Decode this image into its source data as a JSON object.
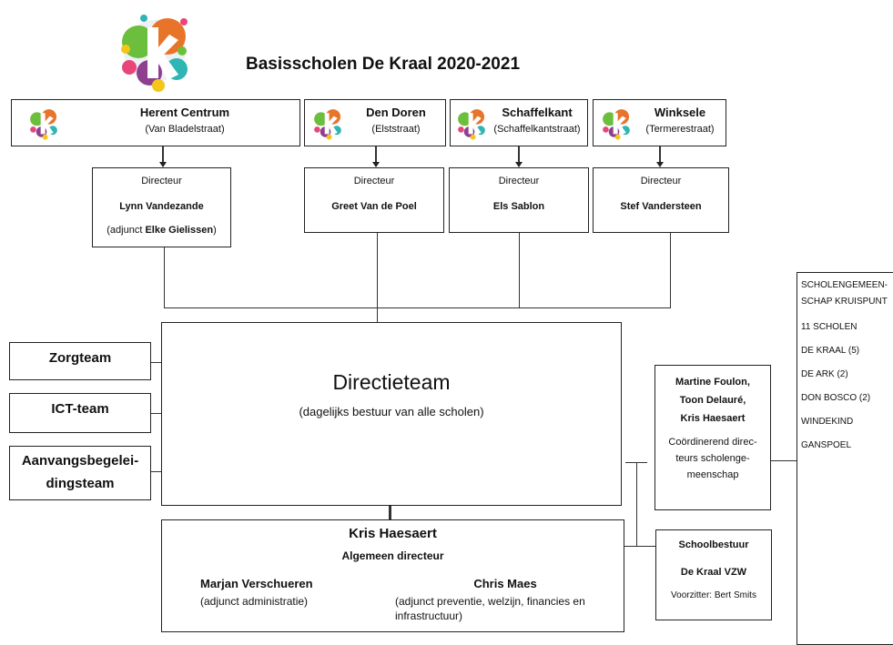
{
  "title": "Basisscholen De Kraal 2020-2021",
  "schools": [
    {
      "name": "Herent Centrum",
      "street": "(Van Bladelstraat)",
      "director_label": "Directeur",
      "director": "Lynn Vandezande",
      "adjunct_prefix": "(adjunct ",
      "adjunct_name": "Elke Gielissen",
      "adjunct_suffix": ")"
    },
    {
      "name": "Den Doren",
      "street": "(Elststraat)",
      "director_label": "Directeur",
      "director": "Greet Van de Poel"
    },
    {
      "name": "Schaffelkant",
      "street": "(Schaffelkantstraat)",
      "director_label": "Directeur",
      "director": "Els Sablon"
    },
    {
      "name": "Winksele",
      "street": "(Termerestraat)",
      "director_label": "Directeur",
      "director": "Stef Vandersteen"
    }
  ],
  "teams": [
    "Zorgteam",
    "ICT-team",
    "Aanvangsbegelei-",
    "dingsteam"
  ],
  "directieteam": {
    "title": "Directieteam",
    "subtitle": "(dagelijks bestuur van alle scholen)"
  },
  "general": {
    "name": "Kris Haesaert",
    "role": "Algemeen directeur",
    "adj1_name": "Marjan Verschueren",
    "adj1_role": "(adjunct administratie)",
    "adj2_name": "Chris Maes",
    "adj2_role_1": "(adjunct preventie, welzijn, financies en",
    "adj2_role_2": "infrastructuur)"
  },
  "coordinators": {
    "names": [
      "Martine Foulon,",
      "Toon Delauré,",
      "Kris Haesaert"
    ],
    "role": [
      "Coördinerend direc-",
      "teurs scholenge-",
      "meenschap"
    ]
  },
  "schoolbestuur": {
    "title": "Schoolbestuur",
    "name": "De Kraal VZW",
    "chair": "Voorzitter: Bert Smits"
  },
  "scholengemeenschap": [
    "SCHOLENGEMEEN-",
    "SCHAP KRUISPUNT",
    "11 SCHOLEN",
    "DE KRAAL (5)",
    "DE ARK (2)",
    "DON BOSCO (2)",
    "WINDEKIND",
    "GANSPOEL"
  ],
  "colors": {
    "orange": "#e8742a",
    "green": "#6cbf3c",
    "purple": "#8e3f8f",
    "teal": "#2fb5b3",
    "yellow": "#f5c518",
    "pink": "#e8457b",
    "navy": "#1f3d7a"
  }
}
